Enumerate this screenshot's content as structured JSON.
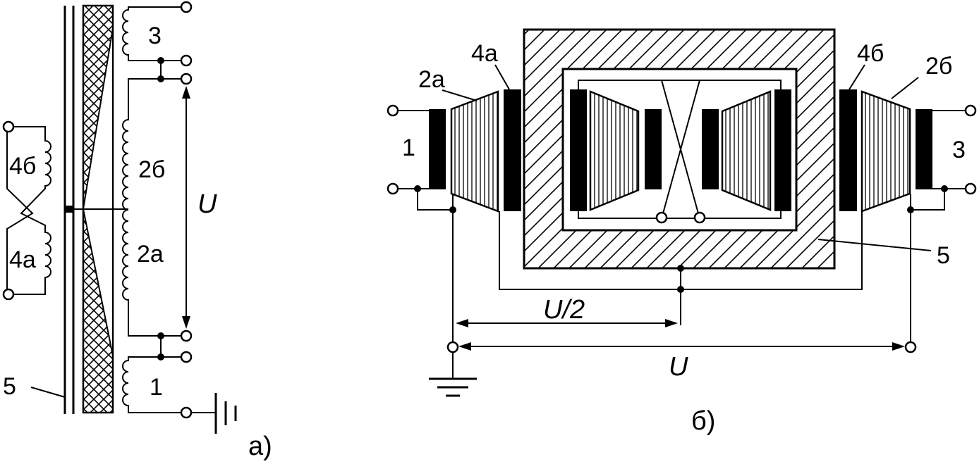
{
  "figure_a": {
    "caption": "а)",
    "labels": {
      "winding_3": "3",
      "winding_2b": "2б",
      "winding_2a": "2а",
      "winding_1": "1",
      "winding_4b": "4б",
      "winding_4a": "4а",
      "core_5": "5",
      "voltage_u": "U"
    }
  },
  "figure_b": {
    "caption": "б)",
    "labels": {
      "winding_2a": "2а",
      "winding_4a": "4а",
      "winding_4b": "4б",
      "winding_2b": "2б",
      "winding_1": "1",
      "winding_3": "3",
      "core_5": "5",
      "voltage_half": "U/2",
      "voltage_u": "U"
    }
  },
  "colors": {
    "ink": "#000000",
    "background": "#ffffff"
  },
  "icons": [
    "ground-icon",
    "battery-icon",
    "terminal-icon"
  ]
}
